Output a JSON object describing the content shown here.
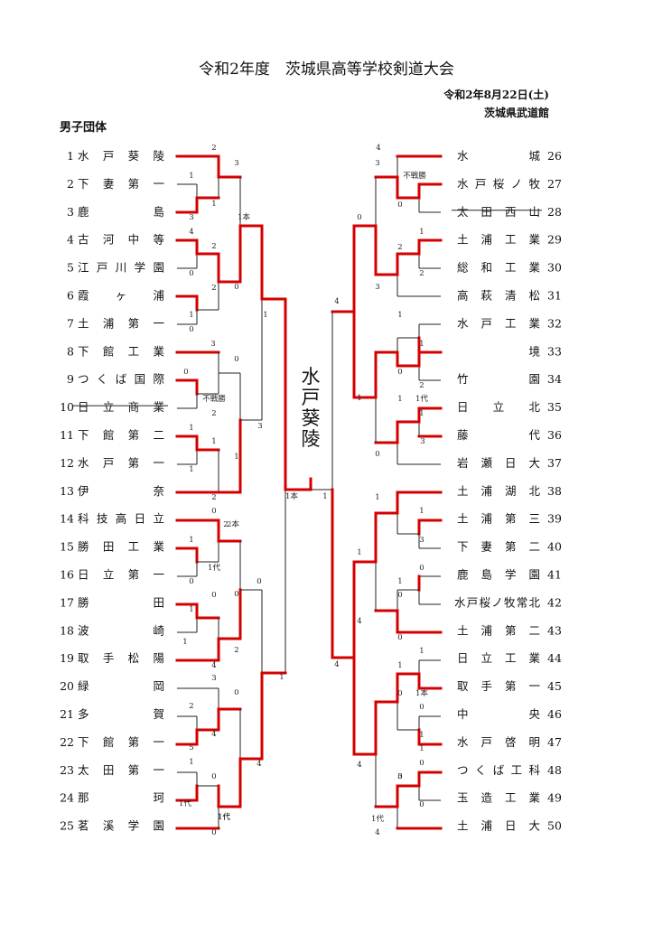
{
  "header": {
    "title": "令和2年度　茨城県高等学校剣道大会",
    "date": "令和2年8月22日(土)",
    "venue": "茨城県武道館",
    "division": "男子団体"
  },
  "champion": "水戸葵陵",
  "teams_left": [
    {
      "no": "1",
      "name": "水戸葵陵"
    },
    {
      "no": "2",
      "name": "下妻第一"
    },
    {
      "no": "3",
      "name": "鹿島"
    },
    {
      "no": "4",
      "name": "古河中等"
    },
    {
      "no": "5",
      "name": "江戸川学園"
    },
    {
      "no": "6",
      "name": "霞ヶ浦"
    },
    {
      "no": "7",
      "name": "土浦第一"
    },
    {
      "no": "8",
      "name": "下館工業"
    },
    {
      "no": "9",
      "name": "つくば国際"
    },
    {
      "no": "10",
      "name": "日立商業",
      "withdrawn": true
    },
    {
      "no": "11",
      "name": "下館第二"
    },
    {
      "no": "12",
      "name": "水戸第一"
    },
    {
      "no": "13",
      "name": "伊奈"
    },
    {
      "no": "14",
      "name": "科技高日立"
    },
    {
      "no": "15",
      "name": "勝田工業"
    },
    {
      "no": "16",
      "name": "日立第一"
    },
    {
      "no": "17",
      "name": "勝田"
    },
    {
      "no": "18",
      "name": "波崎"
    },
    {
      "no": "19",
      "name": "取手松陽"
    },
    {
      "no": "20",
      "name": "緑岡"
    },
    {
      "no": "21",
      "name": "多賀"
    },
    {
      "no": "22",
      "name": "下館第一"
    },
    {
      "no": "23",
      "name": "太田第一"
    },
    {
      "no": "24",
      "name": "那珂"
    },
    {
      "no": "25",
      "name": "茗溪学園"
    }
  ],
  "teams_right": [
    {
      "no": "26",
      "name": "水城"
    },
    {
      "no": "27",
      "name": "水戸桜ノ牧"
    },
    {
      "no": "28",
      "name": "太田西山",
      "withdrawn": true
    },
    {
      "no": "29",
      "name": "土浦工業"
    },
    {
      "no": "30",
      "name": "総和工業"
    },
    {
      "no": "31",
      "name": "高萩清松"
    },
    {
      "no": "32",
      "name": "水戸工業"
    },
    {
      "no": "33",
      "name": "境"
    },
    {
      "no": "34",
      "name": "竹園"
    },
    {
      "no": "35",
      "name": "日立北"
    },
    {
      "no": "36",
      "name": "藤代"
    },
    {
      "no": "37",
      "name": "岩瀬日大"
    },
    {
      "no": "38",
      "name": "土浦湖北"
    },
    {
      "no": "39",
      "name": "土浦第三"
    },
    {
      "no": "40",
      "name": "下妻第二"
    },
    {
      "no": "41",
      "name": "鹿島学園"
    },
    {
      "no": "42",
      "name": "水戸桜ノ牧常北"
    },
    {
      "no": "43",
      "name": "土浦第二"
    },
    {
      "no": "44",
      "name": "日立工業"
    },
    {
      "no": "45",
      "name": "取手第一"
    },
    {
      "no": "46",
      "name": "中央"
    },
    {
      "no": "47",
      "name": "水戸啓明"
    },
    {
      "no": "48",
      "name": "つくば工科"
    },
    {
      "no": "49",
      "name": "玉造工業"
    },
    {
      "no": "50",
      "name": "土浦日大"
    }
  ],
  "scores": [
    "2",
    "1",
    "3",
    "1",
    "3",
    "4",
    "0",
    "2",
    "2",
    "1",
    "0",
    "0",
    "1本",
    "3",
    "0",
    "0",
    "不戦勝",
    "2",
    "1",
    "1",
    "1",
    "1",
    "3",
    "2",
    "1",
    "0",
    "1",
    "1代",
    "0",
    "2",
    "2",
    "0",
    "5",
    "4",
    "1",
    "1",
    "1代",
    "0",
    "1代",
    "2本",
    "0",
    "1代",
    "4",
    "1",
    "1本",
    "1",
    "1",
    "4",
    "2",
    "0",
    "3",
    "0",
    "0",
    "4",
    "不戦勝",
    "0",
    "3",
    "2",
    "1",
    "2",
    "0",
    "3",
    "1",
    "1",
    "0",
    "2",
    "1",
    "3",
    "1",
    "0",
    "1代",
    "1",
    "4",
    "1",
    "1",
    "3",
    "1",
    "0",
    "1",
    "0",
    "0",
    "4",
    "1",
    "1本",
    "1",
    "0",
    "0",
    "1",
    "1",
    "3",
    "0",
    "0",
    "4",
    "4",
    "1代",
    "4",
    "0"
  ]
}
